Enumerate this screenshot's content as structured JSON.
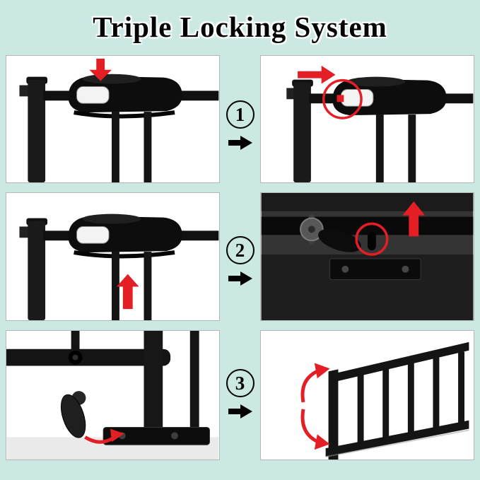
{
  "page": {
    "title": "Triple Locking System",
    "background_color": "#cbe8e3"
  },
  "colors": {
    "accent_red": "#e41e25",
    "gate_black": "#141414",
    "panel_border": "#b6b6b6",
    "panel_background": "#ffffff"
  },
  "steps": [
    {
      "number": "1",
      "left_photo": "gate-latch-press-down",
      "right_photo": "gate-latch-slide-right-highlight",
      "connector_icon": "right-arrow"
    },
    {
      "number": "2",
      "left_photo": "gate-latch-lift-up",
      "right_photo": "gate-lock-pin-detail-highlight",
      "connector_icon": "right-arrow"
    },
    {
      "number": "3",
      "left_photo": "gate-bottom-foot-pedal",
      "right_photo": "gate-swing-open",
      "connector_icon": "right-arrow"
    }
  ]
}
